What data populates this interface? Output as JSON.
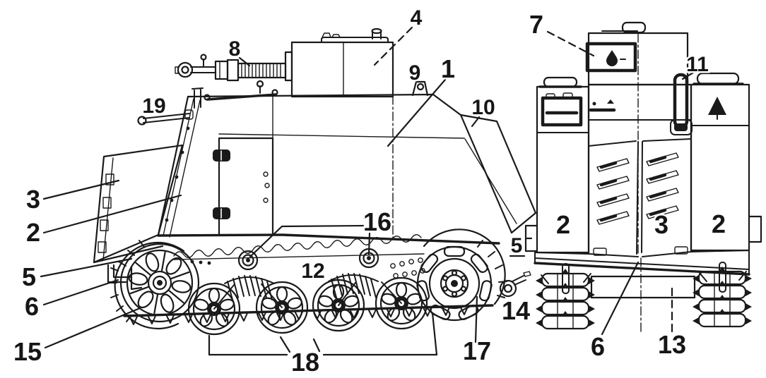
{
  "style": {
    "background": "#ffffff",
    "ink": "#1a1a1a"
  },
  "callouts": {
    "side": [
      "19",
      "8",
      "4",
      "9",
      "1",
      "10",
      "3",
      "2",
      "5",
      "6",
      "15",
      "16",
      "12",
      "18",
      "17",
      "14"
    ],
    "rear": [
      "7",
      "11",
      "5",
      "6",
      "13"
    ],
    "panel_markings": [
      "2",
      "3",
      "2"
    ]
  },
  "icons": {
    "turret_rear_box": "droplet-icon",
    "right_stowage_box": "triangle-icon"
  }
}
